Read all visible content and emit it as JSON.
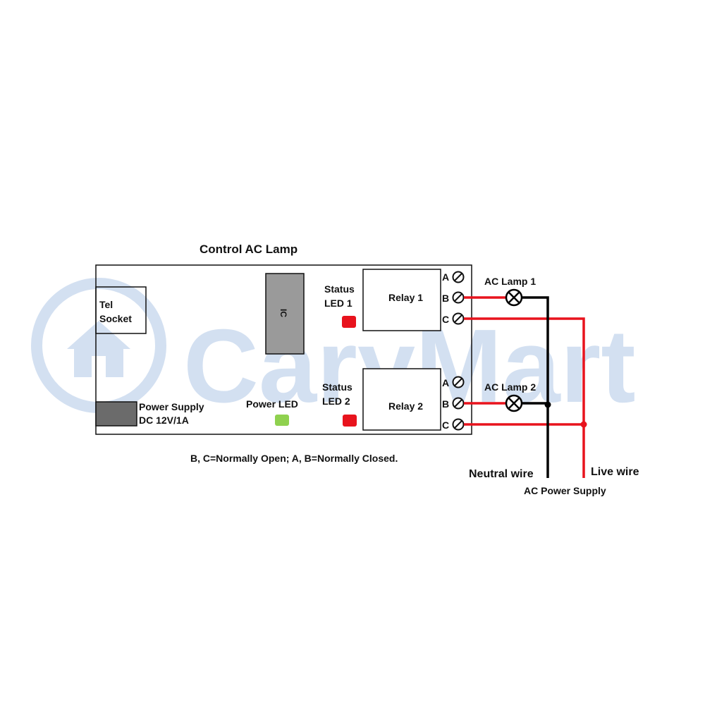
{
  "watermark": {
    "brand": "CaryMart",
    "color": "#d3e0f1"
  },
  "diagram": {
    "title": "Control AC Lamp",
    "tel_socket": {
      "line1": "Tel",
      "line2": "Socket"
    },
    "ic_label": "IC",
    "power_supply": {
      "line1": "Power Supply",
      "line2": "DC 12V/1A"
    },
    "power_led_label": "Power LED",
    "status_led_1": {
      "line1": "Status",
      "line2": "LED 1",
      "color": "#e8131d"
    },
    "status_led_2": {
      "line1": "Status",
      "line2": "LED 2",
      "color": "#e8131d"
    },
    "power_led_color": "#8fd14f",
    "relay_1": "Relay 1",
    "relay_2": "Relay 2",
    "terminals": {
      "a": "A",
      "b": "B",
      "c": "C"
    },
    "lamp_1": "AC Lamp 1",
    "lamp_2": "AC Lamp 2",
    "note": "B, C=Normally Open; A, B=Normally Closed.",
    "neutral_wire": "Neutral wire",
    "live_wire": "Live wire",
    "ac_supply": "AC Power Supply",
    "wire_colors": {
      "live": "#e8131d",
      "neutral": "#000000"
    }
  }
}
